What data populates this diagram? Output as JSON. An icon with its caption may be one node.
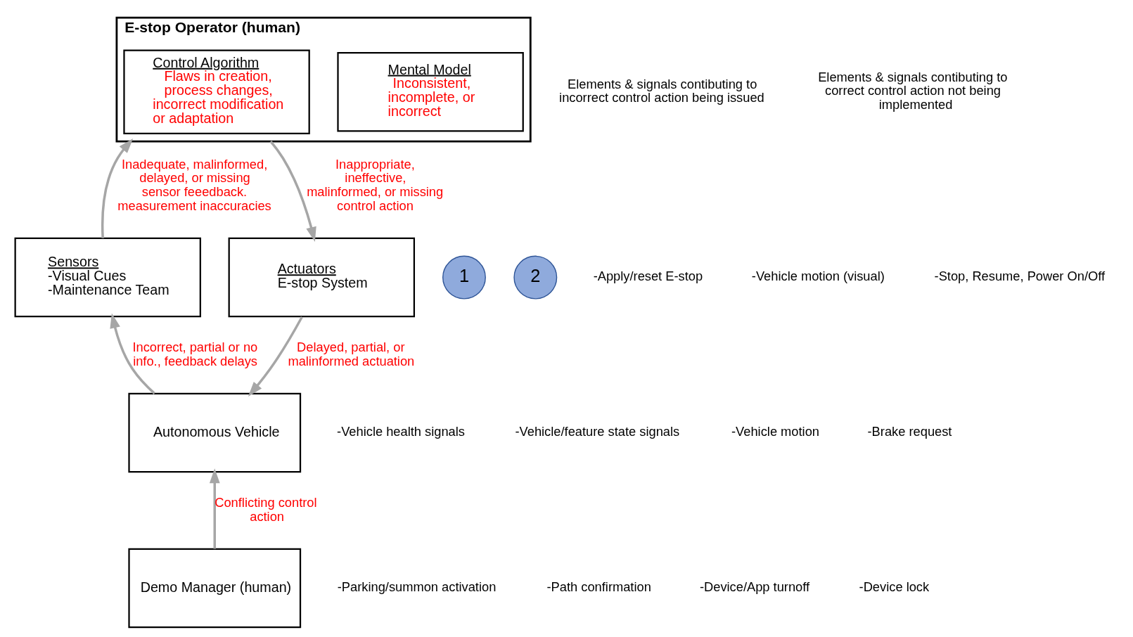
{
  "diagram": {
    "nodes": [
      {
        "text": [
          "E-stop Operator (human)"
        ]
      },
      {
        "text": [
          "Mental Model",
          "Inconsistent, incomplete, or incorrect"
        ],
        "in": 0
      },
      {
        "text": [
          "Control Algorithm",
          "Flaws in creation, process changes, incorrect modification or adaptation"
        ],
        "in": 0
      },
      {
        "text": [
          "Sensors",
          "-Visual Cues",
          "-Maintenance Team"
        ]
      },
      {
        "text": [
          "Actuators",
          "E-stop System"
        ]
      },
      {
        "text": [
          "Autonomous Vehicle"
        ]
      },
      {
        "text": [
          "Demo Manager (human)"
        ]
      },
      {
        "text": [
          "1"
        ]
      },
      {
        "text": [
          "2"
        ]
      }
    ],
    "edges": [
      {
        "from": 3,
        "to": 0,
        "arrow": "to",
        "label": "Inadequate, malinformed, delayed, or missing sensor feeedback. measurement inaccuracies"
      },
      {
        "from": 0,
        "to": 4,
        "arrow": "to",
        "label": "Inappropriate, ineffective, malinformed, or missing control action"
      },
      {
        "from": 4,
        "to": 5,
        "arrow": "to",
        "label": "Delayed, partial, or malinformed actuation"
      },
      {
        "from": 5,
        "to": 3,
        "arrow": "to",
        "label": "Incorrect, partial or no info., feedback delays"
      },
      {
        "from": 6,
        "to": 5,
        "arrow": "to",
        "label": "Conflicting control action"
      }
    ],
    "labels": [
      "-Apply/reset E-stop",
      "-Vehicle motion (visual)",
      "-Stop, Resume, Power On/Off",
      "Elements & signals contibuting to incorrect control action being issued",
      "Elements & signals contibuting to correct control action not being implemented",
      "-Vehicle health signals",
      "-Vehicle/feature state signals",
      "-Vehicle motion",
      "-Brake request",
      "-Parking/summon activation",
      "-Path confirmation",
      "-Device/App turnoff",
      "-Device lock"
    ]
  }
}
